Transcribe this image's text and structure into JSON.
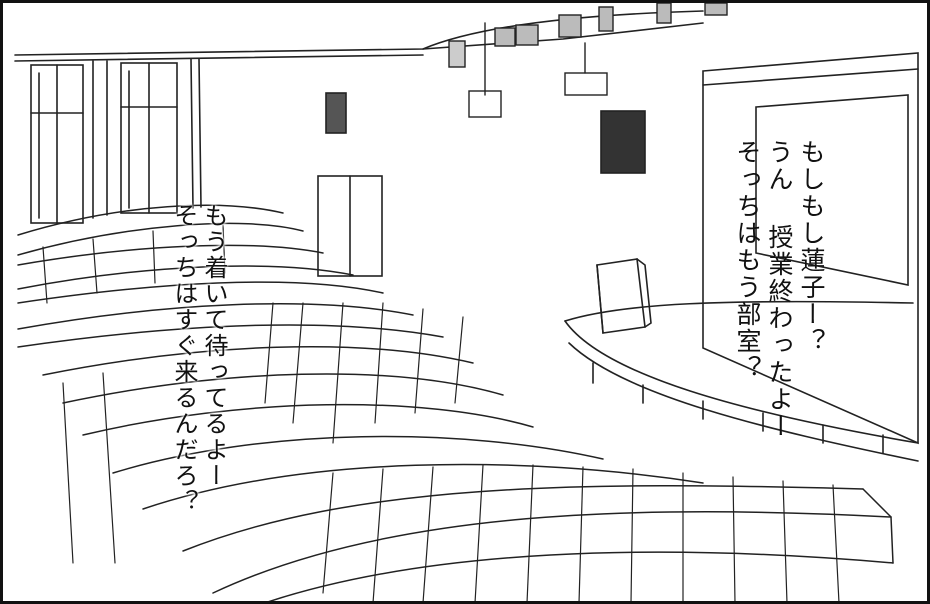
{
  "panel": {
    "speech_right": {
      "lines": [
        "もしもし蓮子ー？",
        "うん 授業終わったよー",
        "そっちはもう部室？"
      ]
    },
    "speech_left": {
      "lines": [
        "もう着いて待ってるよー",
        "そっちはすぐ来るんだろ？"
      ]
    }
  }
}
